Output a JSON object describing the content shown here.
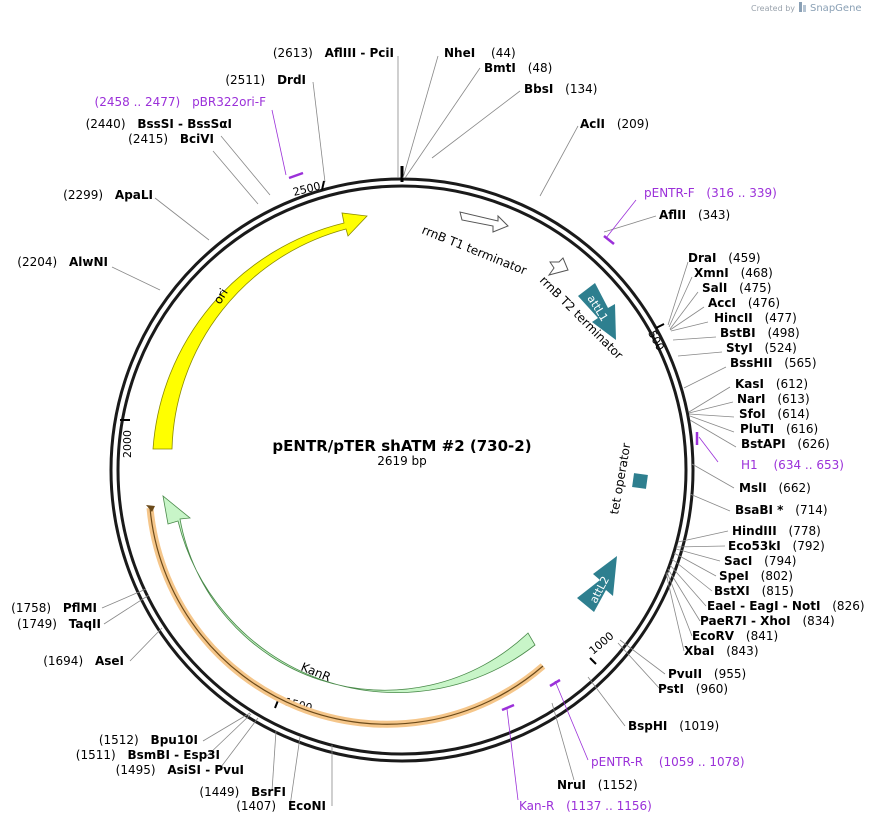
{
  "watermark": {
    "prefix": "Created by",
    "brand": "SnapGene"
  },
  "plasmid": {
    "name": "pENTR/pTER shATM #2 (730-2)",
    "length_label": "2619 bp",
    "length": 2619
  },
  "ticks": [
    {
      "pos": 500,
      "label": "500"
    },
    {
      "pos": 1000,
      "label": "1000"
    },
    {
      "pos": 1500,
      "label": "1500"
    },
    {
      "pos": 2000,
      "label": "2000"
    },
    {
      "pos": 2500,
      "label": "2500"
    }
  ],
  "features": [
    {
      "id": "rrnb-t1",
      "label": "rrnB T1 terminator",
      "color": "#ffffff",
      "stroke": "#555555"
    },
    {
      "id": "rrnb-t2",
      "label": "rrnB T2 terminator",
      "color": "#ffffff",
      "stroke": "#555555"
    },
    {
      "id": "attl1",
      "label": "attL1",
      "color": "#2e7f8f"
    },
    {
      "id": "tet-operator",
      "label": "tet operator",
      "color": "#2e7f8f"
    },
    {
      "id": "attl2",
      "label": "attL2",
      "color": "#2e7f8f"
    },
    {
      "id": "kanr",
      "label": "KanR",
      "color": "#c8f5c8"
    },
    {
      "id": "ori",
      "label": "ori",
      "color": "#ffff00"
    }
  ],
  "primers": [
    {
      "id": "pentr-f",
      "name": "pENTR-F",
      "range": "(316 .. 339)"
    },
    {
      "id": "h1",
      "name": "H1",
      "range": "(634 .. 653)"
    },
    {
      "id": "pentr-r",
      "name": "pENTR-R",
      "range": "(1059 .. 1078)"
    },
    {
      "id": "kan-r",
      "name": "Kan-R",
      "range": "(1137 .. 1156)"
    },
    {
      "id": "pbr322ori-f",
      "name": "pBR322ori-F",
      "range": "(2458 .. 2477)"
    }
  ],
  "sites": {
    "right": [
      {
        "name": "NheI",
        "pos": "(44)"
      },
      {
        "name": "BmtI",
        "pos": "(48)"
      },
      {
        "name": "BbsI",
        "pos": "(134)"
      },
      {
        "name": "AclI",
        "pos": "(209)"
      },
      {
        "name": "AflII",
        "pos": "(343)"
      },
      {
        "name": "DraI",
        "pos": "(459)"
      },
      {
        "name": "XmnI",
        "pos": "(468)"
      },
      {
        "name": "SalI",
        "pos": "(475)"
      },
      {
        "name": "AccI",
        "pos": "(476)"
      },
      {
        "name": "HincII",
        "pos": "(477)"
      },
      {
        "name": "BstBI",
        "pos": "(498)"
      },
      {
        "name": "StyI",
        "pos": "(524)"
      },
      {
        "name": "BssHII",
        "pos": "(565)"
      },
      {
        "name": "KasI",
        "pos": "(612)"
      },
      {
        "name": "NarI",
        "pos": "(613)"
      },
      {
        "name": "SfoI",
        "pos": "(614)"
      },
      {
        "name": "PluTI",
        "pos": "(616)"
      },
      {
        "name": "BstAPI",
        "pos": "(626)"
      },
      {
        "name": "MslI",
        "pos": "(662)"
      },
      {
        "name": "BsaBI *",
        "pos": "(714)"
      },
      {
        "name": "HindIII",
        "pos": "(778)"
      },
      {
        "name": "Eco53kI",
        "pos": "(792)"
      },
      {
        "name": "SacI",
        "pos": "(794)"
      },
      {
        "name": "SpeI",
        "pos": "(802)"
      },
      {
        "name": "BstXI",
        "pos": "(815)"
      },
      {
        "name": "EaeI - EagI - NotI",
        "pos": "(826)"
      },
      {
        "name": "PaeR7I - XhoI",
        "pos": "(834)"
      },
      {
        "name": "EcoRV",
        "pos": "(841)"
      },
      {
        "name": "XbaI",
        "pos": "(843)"
      },
      {
        "name": "PvuII",
        "pos": "(955)"
      },
      {
        "name": "PstI",
        "pos": "(960)"
      },
      {
        "name": "BspHI",
        "pos": "(1019)"
      },
      {
        "name": "NruI",
        "pos": "(1152)"
      }
    ],
    "left": [
      {
        "name": "AflIII - PciI",
        "pos": "(2613)"
      },
      {
        "name": "DrdI",
        "pos": "(2511)"
      },
      {
        "name": "BssSI - BssSαI",
        "pos": "(2440)"
      },
      {
        "name": "BciVI",
        "pos": "(2415)"
      },
      {
        "name": "ApaLI",
        "pos": "(2299)"
      },
      {
        "name": "AlwNI",
        "pos": "(2204)"
      },
      {
        "name": "PflMI",
        "pos": "(1758)"
      },
      {
        "name": "TaqII",
        "pos": "(1749)"
      },
      {
        "name": "AseI",
        "pos": "(1694)"
      },
      {
        "name": "Bpu10I",
        "pos": "(1512)"
      },
      {
        "name": "BsmBI - Esp3I",
        "pos": "(1511)"
      },
      {
        "name": "AsiSI - PvuI",
        "pos": "(1495)"
      },
      {
        "name": "BsrFI",
        "pos": "(1449)"
      },
      {
        "name": "EcoNI",
        "pos": "(1407)"
      }
    ]
  }
}
